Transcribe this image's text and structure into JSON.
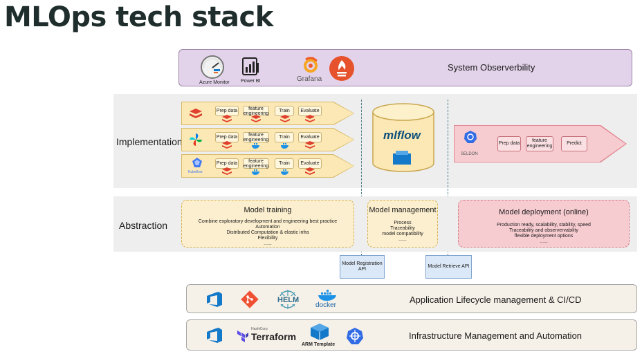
{
  "title": "MLOps tech stack",
  "observability": {
    "label": "System Observerbility",
    "tools": {
      "azure_monitor": "Azure Monitor",
      "power_bi": "Power BI",
      "grafana": "Grafana"
    }
  },
  "implementation": {
    "label": "Implementation",
    "pipelines": [
      {
        "steps": [
          "Prep data",
          "feature engineering",
          "Train",
          "Evaluate"
        ]
      },
      {
        "steps": [
          "Prep data",
          "feature engineering",
          "Train",
          "Evaluate"
        ]
      },
      {
        "steps": [
          "Prep data",
          "feature engineering",
          "Train",
          "Evaluate"
        ],
        "tool_label": "Kubeflow"
      }
    ],
    "mlflow": "mlflow",
    "seldon": {
      "label": "SELDON",
      "steps": [
        "Prep data",
        "feature engineering",
        "Predict"
      ]
    }
  },
  "abstraction": {
    "label": "Abstraction",
    "training": {
      "title": "Model training",
      "lines": [
        "Combine exploratory development and engineering best practice",
        "Automation",
        "Distributed Computation & elastic infra",
        "Flexibility",
        "......"
      ]
    },
    "management": {
      "title": "Model management",
      "lines": [
        "Process",
        "Traceability",
        "model compatibility",
        "......"
      ]
    },
    "deployment": {
      "title": "Model deployment (online)",
      "lines": [
        "Production ready, scalability, stability, speed",
        "Traceability and observervability",
        "flexible deployment options",
        "......"
      ]
    }
  },
  "apis": {
    "registration": "Model Registration API",
    "retrieve": "Model Retrieve API"
  },
  "lifecycle": {
    "label": "Application Lifecycle management & CI/CD",
    "tools": {
      "helm": "HELM",
      "docker": "docker"
    }
  },
  "infra": {
    "label": "Infrastructure Management and Automation",
    "tools": {
      "terraform_small": "HashiCorp",
      "terraform": "Terraform",
      "arm": "ARM Template"
    }
  },
  "colors": {
    "observability_bg": "#e3d3ea",
    "pipeline_bg": "#fbe8b4",
    "seldon_bg": "#f7ccd1",
    "api_bg": "#dbe8f7",
    "databricks_red": "#e0402e",
    "azure_blue": "#1479c9",
    "kubernetes_blue": "#326ce5"
  }
}
